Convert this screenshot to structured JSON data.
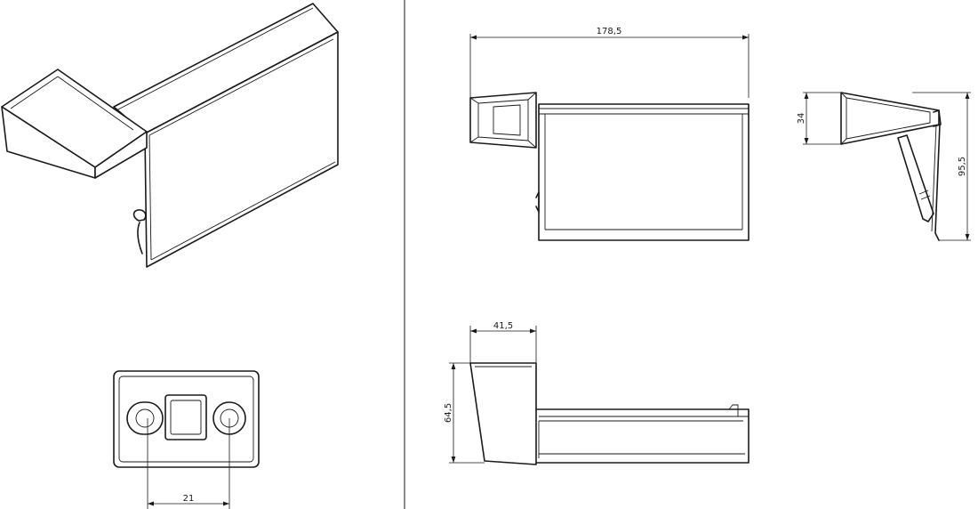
{
  "dimensions": {
    "width_total": "178,5",
    "height_top": "34",
    "height_total": "95,5",
    "depth_mount": "41,5",
    "height_mount": "64,5",
    "hole_spacing": "21"
  },
  "colors": {
    "line": "#1a1a1a",
    "background": "#ffffff"
  }
}
